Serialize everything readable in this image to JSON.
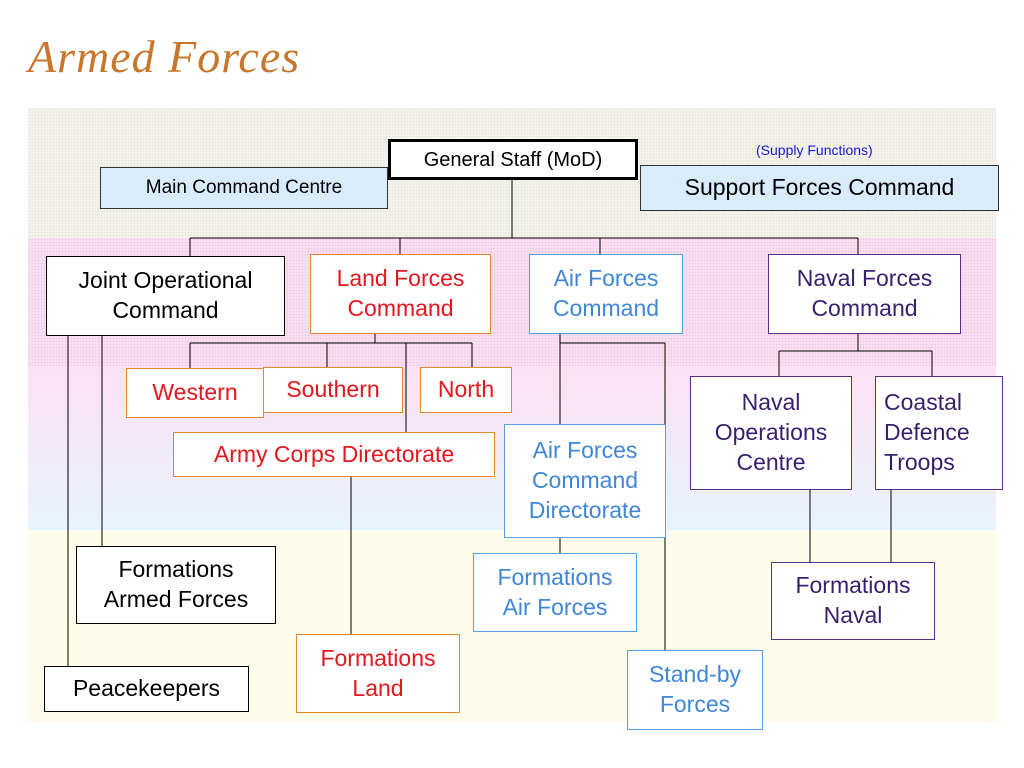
{
  "title": "Armed Forces",
  "note": "(Supply Functions)",
  "colors": {
    "title": "#c8762b",
    "land": "#e4161e",
    "air": "#3f87d6",
    "naval": "#3a1e6e",
    "box_fill_light_blue": "#d9ecfb"
  },
  "nodes": {
    "general_staff": "General Staff (MoD)",
    "main_command_centre": "Main Command Centre",
    "support_forces_command": "Support Forces Command",
    "joint_operational_command": "Joint Operational\nCommand",
    "land_forces_command": "Land Forces\nCommand",
    "air_forces_command": "Air Forces\nCommand",
    "naval_forces_command": "Naval Forces\nCommand",
    "western": "Western",
    "southern": "Southern",
    "north": "North",
    "army_corps_directorate": "Army Corps Directorate",
    "air_forces_command_directorate": "Air Forces\nCommand\nDirectorate",
    "naval_operations_centre": "Naval\nOperations\nCentre",
    "coastal_defence_troops": "Coastal\nDefence\nTroops",
    "formations_armed_forces": "Formations\nArmed Forces",
    "formations_air_forces": "Formations\nAir Forces",
    "formations_naval": "Formations\nNaval",
    "formations_land": "Formations\nLand",
    "peacekeepers": "Peacekeepers",
    "standby_forces": "Stand-by\nForces"
  }
}
